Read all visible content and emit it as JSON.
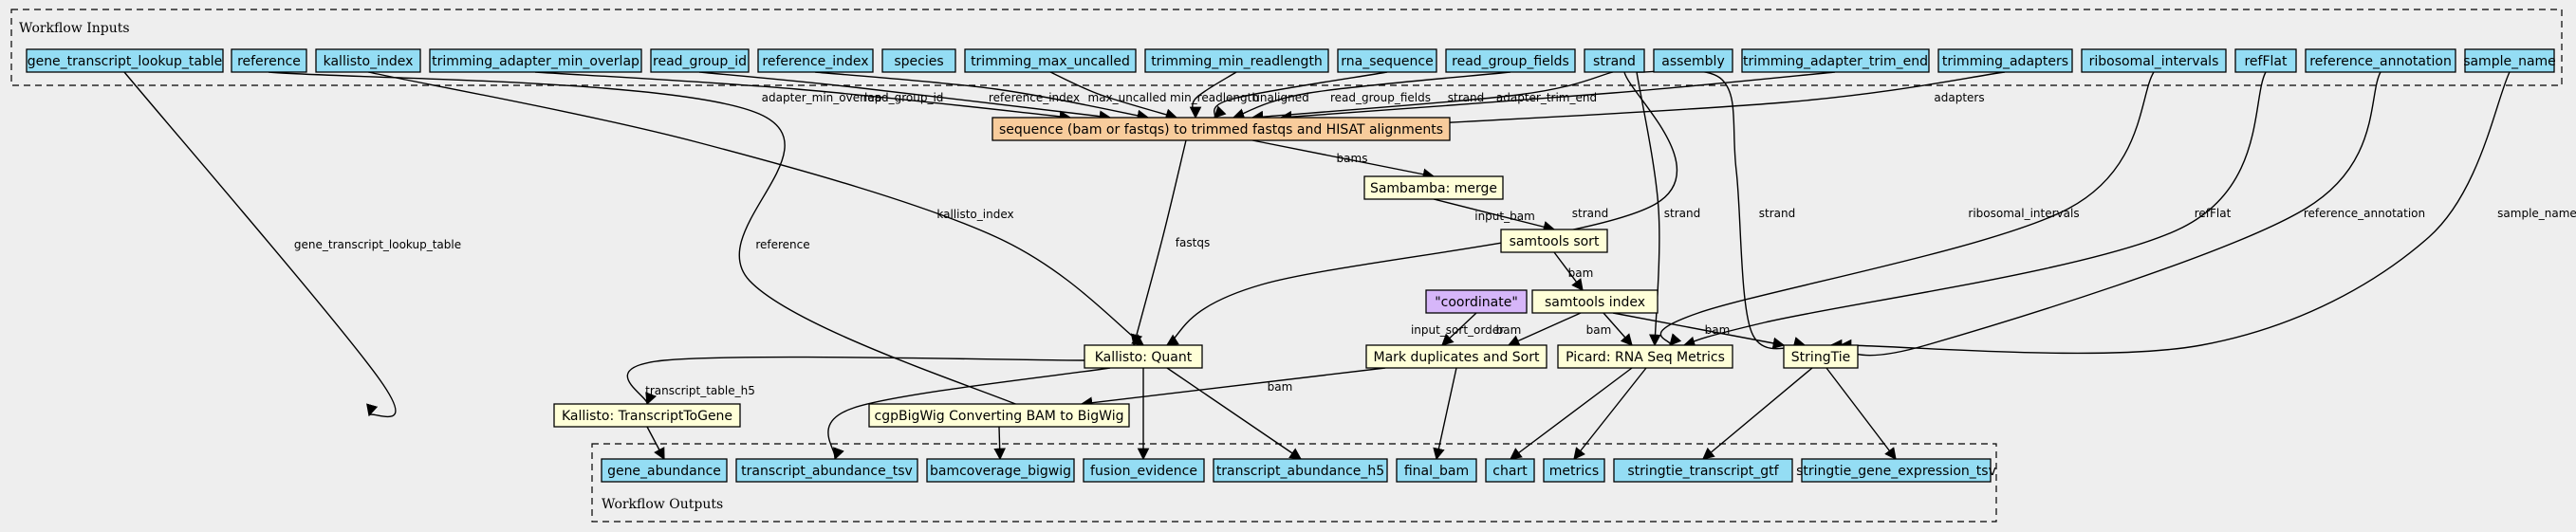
{
  "clusters": {
    "inputs": {
      "title": "Workflow Inputs"
    },
    "outputs": {
      "title": "Workflow Outputs"
    }
  },
  "colors": {
    "input": "#94ddf4",
    "output": "#94ddf4",
    "step": "#ffffd8",
    "main_step": "#f8cc9c",
    "param": "#d6b6f9",
    "background": "#eeeeee"
  },
  "nodes": [
    {
      "id": "gene_transcript_lookup_table",
      "label": "gene_transcript_lookup_table",
      "kind": "input"
    },
    {
      "id": "reference",
      "label": "reference",
      "kind": "input"
    },
    {
      "id": "kallisto_index",
      "label": "kallisto_index",
      "kind": "input"
    },
    {
      "id": "trimming_adapter_min_overlap",
      "label": "trimming_adapter_min_overlap",
      "kind": "input"
    },
    {
      "id": "read_group_id",
      "label": "read_group_id",
      "kind": "input"
    },
    {
      "id": "reference_index",
      "label": "reference_index",
      "kind": "input"
    },
    {
      "id": "species",
      "label": "species",
      "kind": "input"
    },
    {
      "id": "trimming_max_uncalled",
      "label": "trimming_max_uncalled",
      "kind": "input"
    },
    {
      "id": "trimming_min_readlength",
      "label": "trimming_min_readlength",
      "kind": "input"
    },
    {
      "id": "rna_sequence",
      "label": "rna_sequence",
      "kind": "input"
    },
    {
      "id": "read_group_fields",
      "label": "read_group_fields",
      "kind": "input"
    },
    {
      "id": "strand",
      "label": "strand",
      "kind": "input"
    },
    {
      "id": "assembly",
      "label": "assembly",
      "kind": "input"
    },
    {
      "id": "trimming_adapter_trim_end",
      "label": "trimming_adapter_trim_end",
      "kind": "input"
    },
    {
      "id": "trimming_adapters",
      "label": "trimming_adapters",
      "kind": "input"
    },
    {
      "id": "ribosomal_intervals",
      "label": "ribosomal_intervals",
      "kind": "input"
    },
    {
      "id": "refFlat",
      "label": "refFlat",
      "kind": "input"
    },
    {
      "id": "reference_annotation",
      "label": "reference_annotation",
      "kind": "input"
    },
    {
      "id": "sample_name",
      "label": "sample_name",
      "kind": "input"
    },
    {
      "id": "seq_trim",
      "label": "sequence (bam or fastqs) to trimmed fastqs and HISAT alignments",
      "kind": "main_step"
    },
    {
      "id": "sambamba_merge",
      "label": "Sambamba: merge",
      "kind": "step"
    },
    {
      "id": "samtools_sort",
      "label": "samtools sort",
      "kind": "step"
    },
    {
      "id": "coordinate",
      "label": "\"coordinate\"",
      "kind": "param"
    },
    {
      "id": "samtools_index",
      "label": "samtools index",
      "kind": "step"
    },
    {
      "id": "kallisto_quant",
      "label": "Kallisto: Quant",
      "kind": "step"
    },
    {
      "id": "mark_dup",
      "label": "Mark duplicates and Sort",
      "kind": "step"
    },
    {
      "id": "picard_rna",
      "label": "Picard: RNA Seq Metrics",
      "kind": "step"
    },
    {
      "id": "stringtie",
      "label": "StringTie",
      "kind": "step"
    },
    {
      "id": "kallisto_t2g",
      "label": "Kallisto: TranscriptToGene",
      "kind": "step"
    },
    {
      "id": "cgpbigwig",
      "label": "cgpBigWig Converting BAM to BigWig",
      "kind": "step"
    },
    {
      "id": "gene_abundance",
      "label": "gene_abundance",
      "kind": "output"
    },
    {
      "id": "transcript_abundance_tsv",
      "label": "transcript_abundance_tsv",
      "kind": "output"
    },
    {
      "id": "bamcoverage_bigwig",
      "label": "bamcoverage_bigwig",
      "kind": "output"
    },
    {
      "id": "fusion_evidence",
      "label": "fusion_evidence",
      "kind": "output"
    },
    {
      "id": "transcript_abundance_h5",
      "label": "transcript_abundance_h5",
      "kind": "output"
    },
    {
      "id": "final_bam",
      "label": "final_bam",
      "kind": "output"
    },
    {
      "id": "chart",
      "label": "chart",
      "kind": "output"
    },
    {
      "id": "metrics",
      "label": "metrics",
      "kind": "output"
    },
    {
      "id": "stringtie_transcript_gtf",
      "label": "stringtie_transcript_gtf",
      "kind": "output"
    },
    {
      "id": "stringtie_gene_expression_tsv",
      "label": "stringtie_gene_expression_tsv",
      "kind": "output"
    }
  ],
  "edges": [
    {
      "from": "gene_transcript_lookup_table",
      "to": "kallisto_t2g",
      "label": "gene_transcript_lookup_table"
    },
    {
      "from": "reference",
      "to": "cgpbigwig",
      "label": "reference"
    },
    {
      "from": "kallisto_index",
      "to": "kallisto_quant",
      "label": "kallisto_index"
    },
    {
      "from": "trimming_adapter_min_overlap",
      "to": "seq_trim",
      "label": "adapter_min_overlap"
    },
    {
      "from": "read_group_id",
      "to": "seq_trim",
      "label": "read_group_id"
    },
    {
      "from": "reference_index",
      "to": "seq_trim",
      "label": "reference_index"
    },
    {
      "from": "trimming_max_uncalled",
      "to": "seq_trim",
      "label": "max_uncalled"
    },
    {
      "from": "trimming_min_readlength",
      "to": "seq_trim",
      "label": "min_readlength"
    },
    {
      "from": "rna_sequence",
      "to": "seq_trim",
      "label": "unaligned"
    },
    {
      "from": "read_group_fields",
      "to": "seq_trim",
      "label": "read_group_fields"
    },
    {
      "from": "strand",
      "to": "seq_trim",
      "label": "strand"
    },
    {
      "from": "trimming_adapter_trim_end",
      "to": "seq_trim",
      "label": "adapter_trim_end"
    },
    {
      "from": "trimming_adapters",
      "to": "seq_trim",
      "label": "adapters"
    },
    {
      "from": "strand",
      "to": "kallisto_quant",
      "label": "strand"
    },
    {
      "from": "strand",
      "to": "picard_rna",
      "label": "strand"
    },
    {
      "from": "strand",
      "to": "stringtie",
      "label": "strand"
    },
    {
      "from": "ribosomal_intervals",
      "to": "picard_rna",
      "label": "ribosomal_intervals"
    },
    {
      "from": "refFlat",
      "to": "picard_rna",
      "label": "refFlat"
    },
    {
      "from": "reference_annotation",
      "to": "stringtie",
      "label": "reference_annotation"
    },
    {
      "from": "sample_name",
      "to": "stringtie",
      "label": "sample_name"
    },
    {
      "from": "seq_trim",
      "to": "sambamba_merge",
      "label": "bams"
    },
    {
      "from": "seq_trim",
      "to": "kallisto_quant",
      "label": "fastqs"
    },
    {
      "from": "sambamba_merge",
      "to": "samtools_sort",
      "label": "input_bam"
    },
    {
      "from": "samtools_sort",
      "to": "samtools_index",
      "label": "bam"
    },
    {
      "from": "coordinate",
      "to": "mark_dup",
      "label": "input_sort_order"
    },
    {
      "from": "samtools_index",
      "to": "mark_dup",
      "label": "bam"
    },
    {
      "from": "samtools_index",
      "to": "picard_rna",
      "label": "bam"
    },
    {
      "from": "samtools_index",
      "to": "stringtie",
      "label": "bam"
    },
    {
      "from": "kallisto_quant",
      "to": "kallisto_t2g",
      "label": "transcript_table_h5"
    },
    {
      "from": "kallisto_quant",
      "to": "transcript_abundance_tsv",
      "label": ""
    },
    {
      "from": "kallisto_quant",
      "to": "fusion_evidence",
      "label": ""
    },
    {
      "from": "kallisto_quant",
      "to": "transcript_abundance_h5",
      "label": ""
    },
    {
      "from": "mark_dup",
      "to": "cgpbigwig",
      "label": "bam"
    },
    {
      "from": "mark_dup",
      "to": "final_bam",
      "label": ""
    },
    {
      "from": "picard_rna",
      "to": "chart",
      "label": ""
    },
    {
      "from": "picard_rna",
      "to": "metrics",
      "label": ""
    },
    {
      "from": "stringtie",
      "to": "stringtie_transcript_gtf",
      "label": ""
    },
    {
      "from": "stringtie",
      "to": "stringtie_gene_expression_tsv",
      "label": ""
    },
    {
      "from": "kallisto_t2g",
      "to": "gene_abundance",
      "label": ""
    },
    {
      "from": "cgpbigwig",
      "to": "bamcoverage_bigwig",
      "label": ""
    }
  ]
}
